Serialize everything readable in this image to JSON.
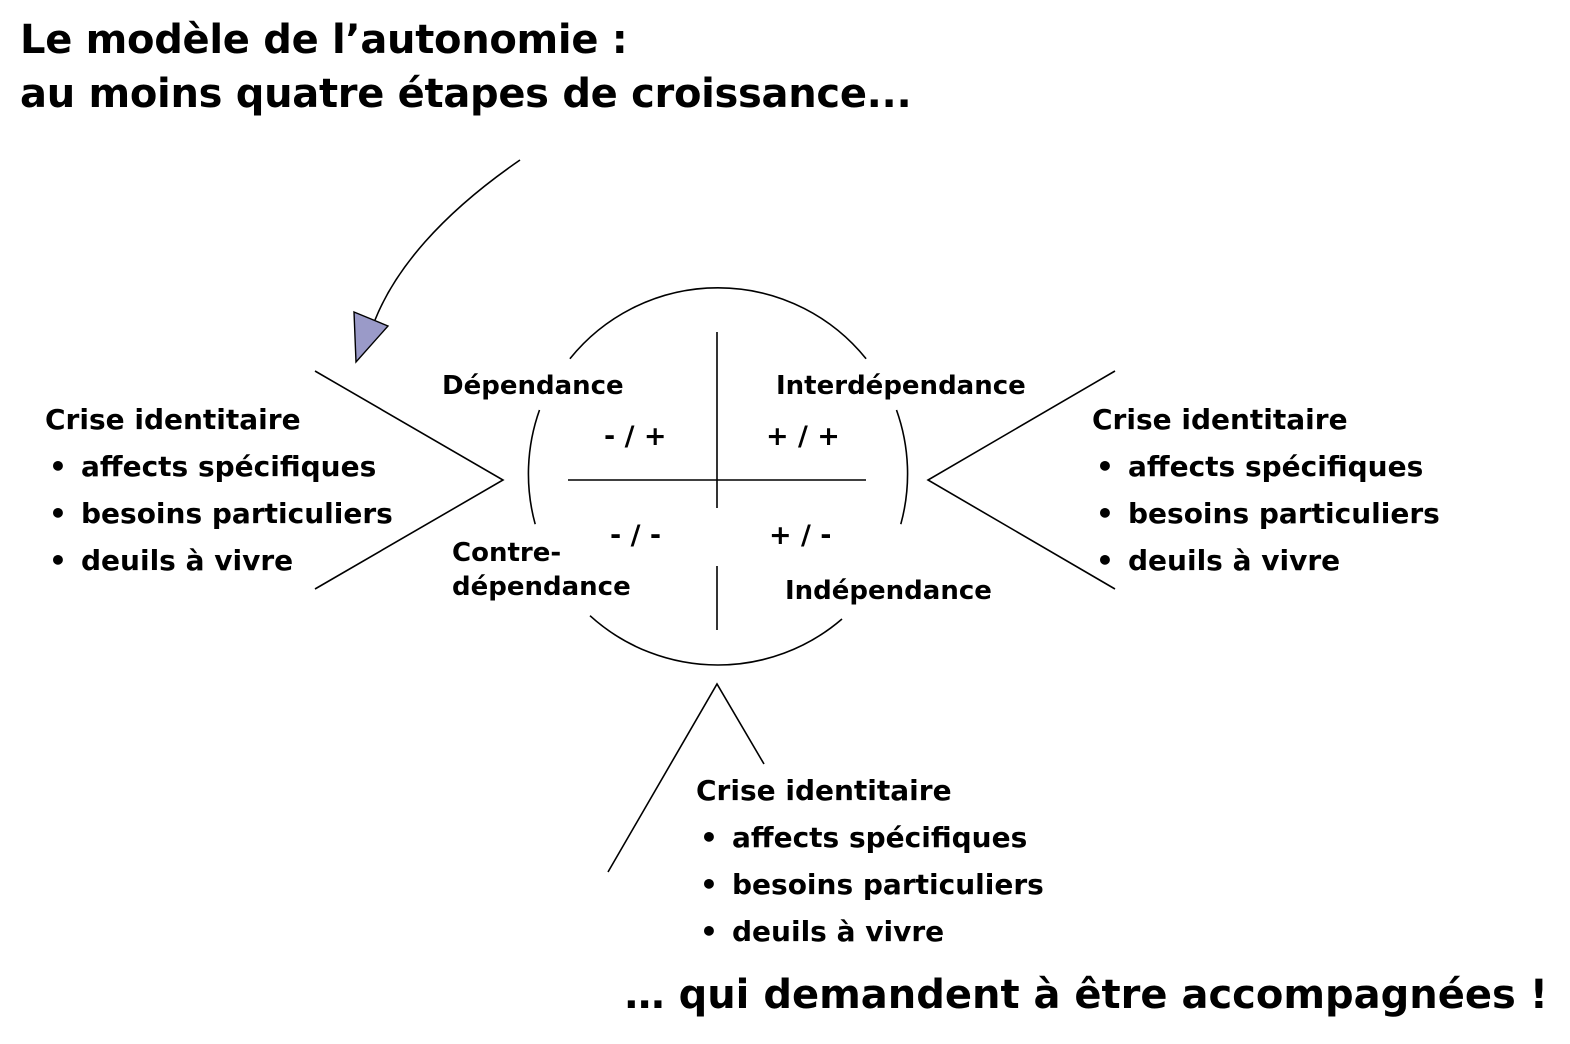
{
  "title": {
    "line1": "Le modèle de l’autonomie :",
    "line2": "au moins quatre étapes de croissance..."
  },
  "quadrants": {
    "top_left": {
      "label": "Dépendance",
      "sign": "- / +"
    },
    "top_right": {
      "label": "Interdépendance",
      "sign": "+ / +"
    },
    "bottom_left": {
      "label_line1": "Contre-",
      "label_line2": "dépendance",
      "sign": "- / -"
    },
    "bottom_right": {
      "label": "Indépendance",
      "sign": "+ / -"
    }
  },
  "crisis_blocks": {
    "left": {
      "title": "Crise identitaire",
      "items": [
        "affects spécifiques",
        "besoins particuliers",
        "deuils à vivre"
      ]
    },
    "right": {
      "title": "Crise identitaire",
      "items": [
        "affects spécifiques",
        "besoins particuliers",
        "deuils à vivre"
      ]
    },
    "bottom": {
      "title": "Crise identitaire",
      "items": [
        "affects spécifiques",
        "besoins particuliers",
        "deuils à vivre"
      ]
    }
  },
  "bullet_char": "•",
  "footer": "… qui demandent à être accompagnées !",
  "colors": {
    "text": "#000000",
    "line": "#000000",
    "arrow_head_fill": "#9a9ac8"
  }
}
